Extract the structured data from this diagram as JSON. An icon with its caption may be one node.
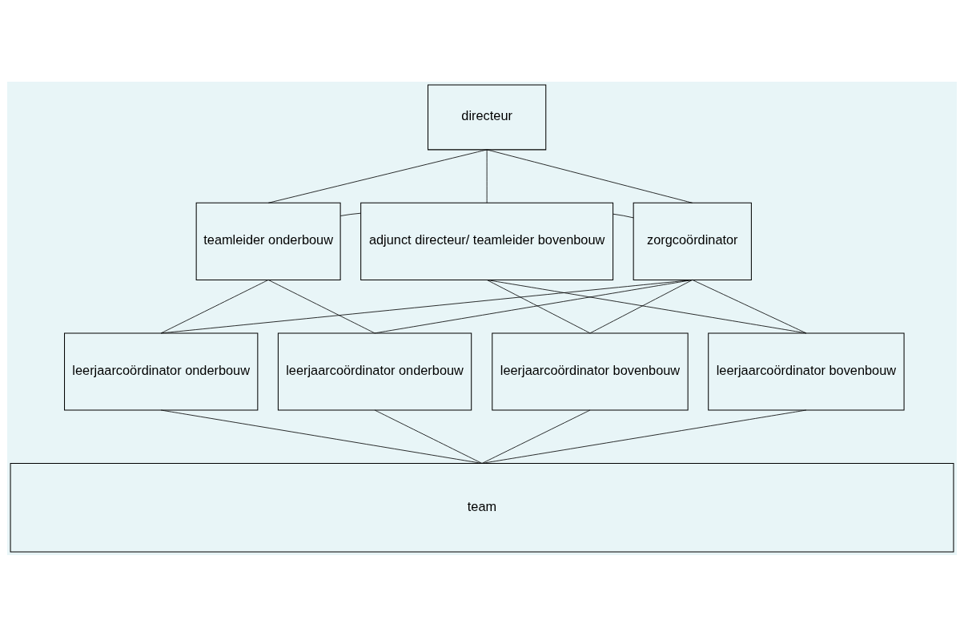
{
  "diagram": {
    "nodes": [
      {
        "text": [
          "directeur"
        ]
      },
      {
        "text": [
          "teamleider onderbouw"
        ]
      },
      {
        "text": [
          "adjunct directeur/ teamleider bovenbouw"
        ]
      },
      {
        "text": [
          "zorgcoördinator"
        ]
      },
      {
        "text": [
          "leerjaarcoördinator onderbouw"
        ]
      },
      {
        "text": [
          "leerjaarcoördinator onderbouw"
        ]
      },
      {
        "text": [
          "leerjaarcoördinator bovenbouw"
        ]
      },
      {
        "text": [
          "leerjaarcoördinator bovenbouw"
        ]
      },
      {
        "text": [
          "team"
        ]
      }
    ],
    "edges": [
      {
        "from": 0,
        "to": 1,
        "arrow": "none"
      },
      {
        "from": 0,
        "to": 2,
        "arrow": "none"
      },
      {
        "from": 0,
        "to": 3,
        "arrow": "none"
      },
      {
        "from": 1,
        "to": 2,
        "arrow": "none"
      },
      {
        "from": 2,
        "to": 3,
        "arrow": "none"
      },
      {
        "from": 1,
        "to": 4,
        "arrow": "none"
      },
      {
        "from": 1,
        "to": 5,
        "arrow": "none"
      },
      {
        "from": 3,
        "to": 4,
        "arrow": "none"
      },
      {
        "from": 3,
        "to": 5,
        "arrow": "none"
      },
      {
        "from": 2,
        "to": 6,
        "arrow": "none"
      },
      {
        "from": 2,
        "to": 7,
        "arrow": "none"
      },
      {
        "from": 3,
        "to": 6,
        "arrow": "none"
      },
      {
        "from": 3,
        "to": 7,
        "arrow": "none"
      },
      {
        "from": 4,
        "to": 8,
        "arrow": "none"
      },
      {
        "from": 5,
        "to": 8,
        "arrow": "none"
      },
      {
        "from": 6,
        "to": 8,
        "arrow": "none"
      },
      {
        "from": 7,
        "to": 8,
        "arrow": "none"
      }
    ]
  }
}
